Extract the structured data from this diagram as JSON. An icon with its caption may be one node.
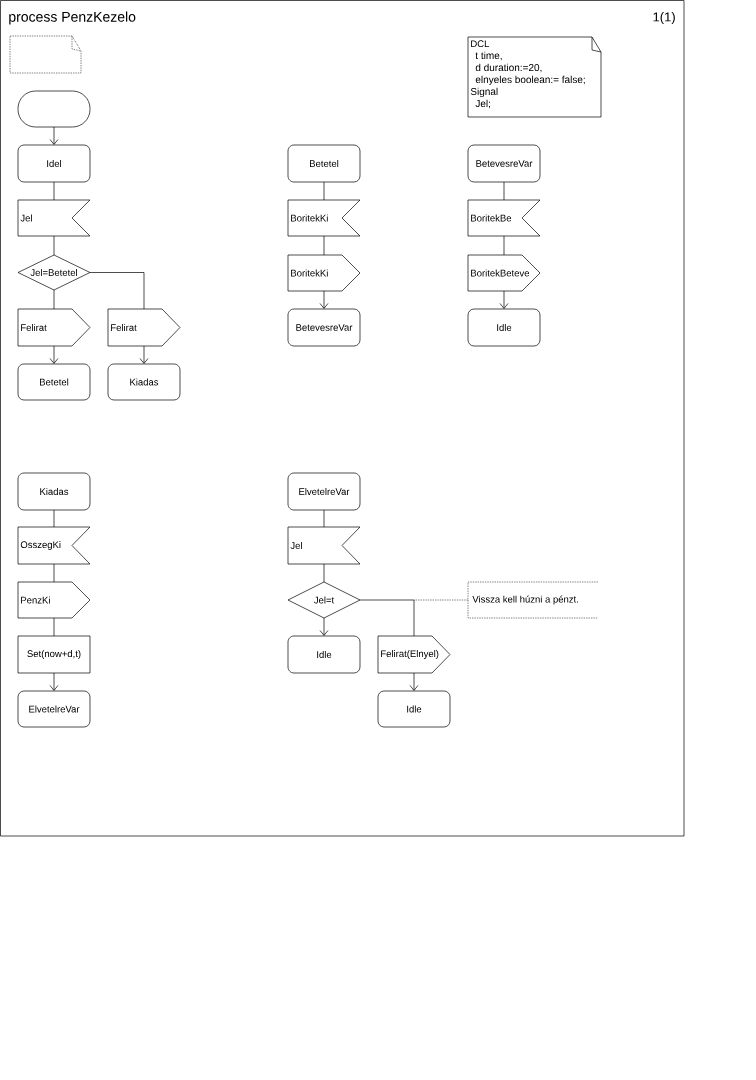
{
  "diagram": {
    "title": "process PenzKezelo",
    "nodes": [
      {
        "text": [],
        "shape": "note"
      },
      {
        "text": [
          "DCL",
          "t time,",
          "d duration:=20,",
          "elnyeles boolean:= false;",
          "Signal",
          "Jel;"
        ]
      },
      {
        "text": [],
        "shape": "terminal"
      },
      {
        "text": [
          "Idel"
        ]
      },
      {
        "text": [
          "Jel"
        ]
      },
      {
        "text": [
          "Jel=Betetel"
        ]
      },
      {
        "text": [
          "Felirat"
        ]
      },
      {
        "text": [
          "Betetel"
        ]
      },
      {
        "text": [
          "Felirat"
        ]
      },
      {
        "text": [
          "Kiadas"
        ]
      },
      {
        "text": [
          "Betetel"
        ]
      },
      {
        "text": [
          "BoritekKi"
        ]
      },
      {
        "text": [
          "BoritekKi"
        ]
      },
      {
        "text": [
          "BetevesreVar"
        ]
      },
      {
        "text": [
          "BetevesreVar"
        ]
      },
      {
        "text": [
          "BoritekBe"
        ]
      },
      {
        "text": [
          "BoritekBeteve"
        ]
      },
      {
        "text": [
          "Idle"
        ]
      },
      {
        "text": [
          "Kiadas"
        ]
      },
      {
        "text": [
          "OsszegKi"
        ]
      },
      {
        "text": [
          "PenzKi"
        ]
      },
      {
        "text": [
          "Set(now+d,t)"
        ]
      },
      {
        "text": [
          "ElvetelreVar"
        ]
      },
      {
        "text": [
          "ElvetelreVar"
        ]
      },
      {
        "text": [
          "Jel"
        ]
      },
      {
        "text": [
          "Jel=t"
        ]
      },
      {
        "text": [
          "Idle"
        ]
      },
      {
        "text": [
          "Felirat(Elnyel)"
        ]
      },
      {
        "text": [
          "Idle"
        ]
      },
      {
        "text": [
          "Vissza kell húzni a pénzt."
        ]
      }
    ],
    "edges": [
      {
        "from": 2,
        "to": 3,
        "arrow": "to"
      },
      {
        "from": 3,
        "to": 4,
        "arrow": "none"
      },
      {
        "from": 4,
        "to": 5,
        "arrow": "none"
      },
      {
        "from": 5,
        "to": 6,
        "arrow": "none"
      },
      {
        "from": 5,
        "to": 8,
        "arrow": "none"
      },
      {
        "from": 6,
        "to": 7,
        "arrow": "to"
      },
      {
        "from": 8,
        "to": 9,
        "arrow": "to"
      },
      {
        "from": 10,
        "to": 11,
        "arrow": "none"
      },
      {
        "from": 11,
        "to": 12,
        "arrow": "none"
      },
      {
        "from": 12,
        "to": 13,
        "arrow": "to"
      },
      {
        "from": 14,
        "to": 15,
        "arrow": "none"
      },
      {
        "from": 15,
        "to": 16,
        "arrow": "none"
      },
      {
        "from": 16,
        "to": 17,
        "arrow": "to"
      },
      {
        "from": 18,
        "to": 19,
        "arrow": "none"
      },
      {
        "from": 19,
        "to": 20,
        "arrow": "none"
      },
      {
        "from": 20,
        "to": 21,
        "arrow": "none"
      },
      {
        "from": 21,
        "to": 22,
        "arrow": "to"
      },
      {
        "from": 23,
        "to": 24,
        "arrow": "none"
      },
      {
        "from": 24,
        "to": 25,
        "arrow": "none"
      },
      {
        "from": 25,
        "to": 26,
        "arrow": "to"
      },
      {
        "from": 25,
        "to": 27,
        "arrow": "none"
      },
      {
        "from": 27,
        "to": 28,
        "arrow": "to"
      },
      {
        "from": 29,
        "to": null,
        "arrow": "none",
        "style": "dashed"
      }
    ],
    "labels": [
      "1(1)"
    ]
  }
}
